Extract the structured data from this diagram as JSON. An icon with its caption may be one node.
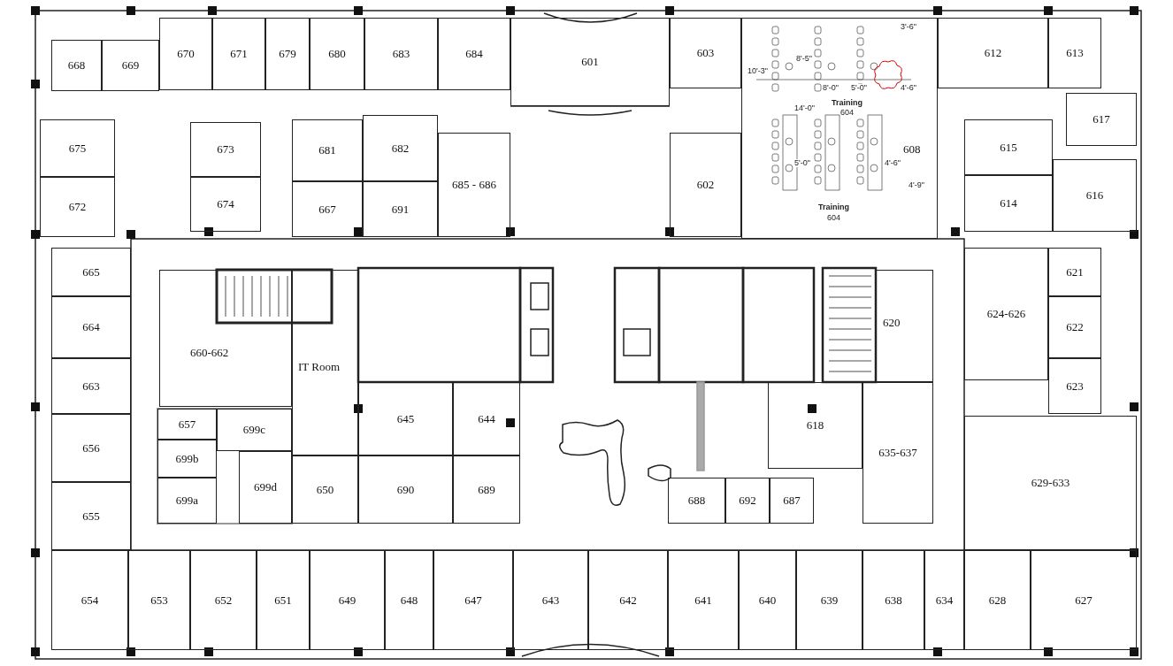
{
  "diagram": {
    "nodes": [
      {
        "text": [
          "668"
        ]
      },
      {
        "text": [
          "669"
        ]
      },
      {
        "text": [
          "670"
        ]
      },
      {
        "text": [
          "671"
        ]
      },
      {
        "text": [
          "679"
        ]
      },
      {
        "text": [
          "680"
        ]
      },
      {
        "text": [
          "683"
        ]
      },
      {
        "text": [
          "684"
        ]
      },
      {
        "text": [
          "601"
        ]
      },
      {
        "text": [
          "603"
        ]
      },
      {
        "text": [
          "608"
        ]
      },
      {
        "text": [
          "612"
        ]
      },
      {
        "text": [
          "613"
        ]
      },
      {
        "text": [
          "675"
        ]
      },
      {
        "text": [
          "673"
        ]
      },
      {
        "text": [
          "681"
        ]
      },
      {
        "text": [
          "682"
        ]
      },
      {
        "text": [
          "617"
        ]
      },
      {
        "text": [
          "615"
        ]
      },
      {
        "text": [
          "685 - 686"
        ]
      },
      {
        "text": [
          "602"
        ]
      },
      {
        "text": [
          "672"
        ]
      },
      {
        "text": [
          "674"
        ]
      },
      {
        "text": [
          "667"
        ]
      },
      {
        "text": [
          "691"
        ]
      },
      {
        "text": [
          "614"
        ]
      },
      {
        "text": [
          "616"
        ]
      },
      {
        "text": [
          "665"
        ]
      },
      {
        "text": [
          "621"
        ]
      },
      {
        "text": [
          "664"
        ]
      },
      {
        "text": [
          "620"
        ]
      },
      {
        "text": [
          "624-626"
        ]
      },
      {
        "text": [
          "622"
        ]
      },
      {
        "text": [
          "660-662"
        ]
      },
      {
        "text": [
          "IT Room"
        ]
      },
      {
        "text": [
          "663"
        ]
      },
      {
        "text": [
          "623"
        ]
      },
      {
        "text": [
          "657"
        ]
      },
      {
        "text": [
          "699c"
        ]
      },
      {
        "text": [
          "645"
        ]
      },
      {
        "text": [
          "644"
        ]
      },
      {
        "text": [
          "618"
        ]
      },
      {
        "text": [
          "635-637"
        ]
      },
      {
        "text": [
          "656"
        ]
      },
      {
        "text": [
          "699b"
        ]
      },
      {
        "text": [
          "699d"
        ]
      },
      {
        "text": [
          "629-633"
        ]
      },
      {
        "text": [
          "699a"
        ]
      },
      {
        "text": [
          "650"
        ]
      },
      {
        "text": [
          "690"
        ]
      },
      {
        "text": [
          "689"
        ]
      },
      {
        "text": [
          "688"
        ]
      },
      {
        "text": [
          "692"
        ]
      },
      {
        "text": [
          "687"
        ]
      },
      {
        "text": [
          "655"
        ]
      },
      {
        "text": [
          "654"
        ]
      },
      {
        "text": [
          "653"
        ]
      },
      {
        "text": [
          "652"
        ]
      },
      {
        "text": [
          "651"
        ]
      },
      {
        "text": [
          "649"
        ]
      },
      {
        "text": [
          "648"
        ]
      },
      {
        "text": [
          "647"
        ]
      },
      {
        "text": [
          "643"
        ]
      },
      {
        "text": [
          "642"
        ]
      },
      {
        "text": [
          "641"
        ]
      },
      {
        "text": [
          "640"
        ]
      },
      {
        "text": [
          "639"
        ]
      },
      {
        "text": [
          "638"
        ]
      },
      {
        "text": [
          "634"
        ]
      },
      {
        "text": [
          "628"
        ]
      },
      {
        "text": [
          "627"
        ]
      }
    ],
    "edges": [],
    "labels": [
      "3'-6\"",
      "8'-5\"",
      "10'-3\"",
      "8'-0\"",
      "5'-0\"",
      "4'-6\"",
      "14'-0\"",
      "Training",
      "604",
      "5'-0\"",
      "4'-6\"",
      "4'-9\"",
      "Training",
      "604"
    ]
  }
}
